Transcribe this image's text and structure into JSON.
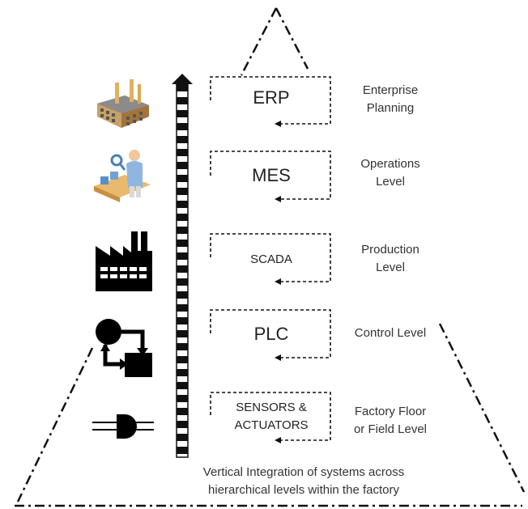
{
  "levels": [
    {
      "system": "ERP",
      "description_line1": "Enterprise",
      "description_line2": "Planning",
      "icon": "factory-building-icon"
    },
    {
      "system": "MES",
      "description_line1": "Operations",
      "description_line2": "Level",
      "icon": "worker-conveyor-icon"
    },
    {
      "system": "SCADA",
      "description_line1": "Production",
      "description_line2": "Level",
      "icon": "factory-silhouette-icon"
    },
    {
      "system": "PLC",
      "description_line1": "Control Level",
      "description_line2": "",
      "icon": "control-flow-icon"
    },
    {
      "system_line1": "SENSORS &",
      "system_line2": "ACTUATORS",
      "description_line1": "Factory Floor",
      "description_line2": "or Field Level",
      "icon": "and-gate-icon"
    }
  ],
  "caption_line1": "Vertical Integration of systems across",
  "caption_line2": "hierarchical levels within the factory"
}
